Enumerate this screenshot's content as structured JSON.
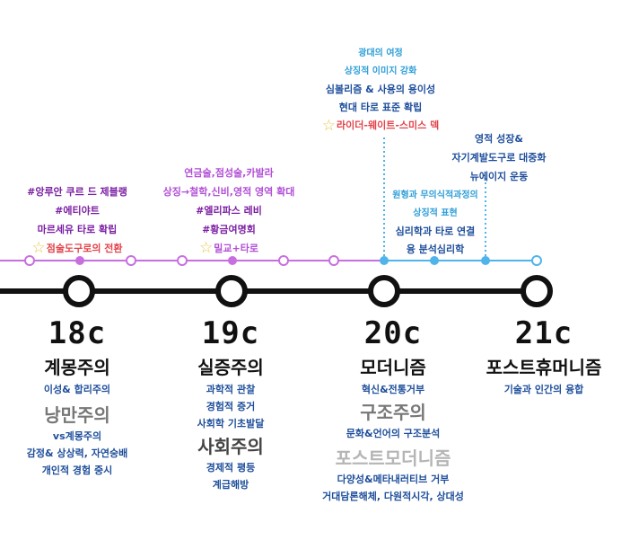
{
  "colors": {
    "purple": "#7b1fa2",
    "violet": "#b24fd6",
    "blue": "#1f4f9b",
    "sky": "#2f9fd8",
    "red": "#e2434a",
    "line_purple": "#c86fe0",
    "line_blue": "#4fb4ec"
  },
  "col18": {
    "ann": [
      "#앙루안 쿠르 드 제블랭",
      "#에티야트",
      "마르세유 타로 확립"
    ],
    "star_note": "점술도구로의 전환",
    "century": "18c",
    "era": "계몽주의",
    "era_sub": "이성& 합리주의",
    "era2": "낭만주의",
    "era2_sub": [
      "vs계몽주의",
      "감정& 상상력, 자연숭배",
      "개인적 경험 중시"
    ]
  },
  "col19": {
    "ann": [
      "연금술,점성술,카발라",
      "상징→철학,신비,영적 영역 확대",
      "#엘리파스 레비",
      "#황금여명회"
    ],
    "star_note": "밀교+타로",
    "century": "19c",
    "era": "실증주의",
    "era_sub": [
      "과학적 관찰",
      "경험적 증거",
      "사회학 기초발달"
    ],
    "era2": "사회주의",
    "era2_sub": [
      "경제적 평등",
      "계급해방"
    ]
  },
  "col20": {
    "top": [
      "광대의 여정",
      "상징적 이미지 강화"
    ],
    "mid": [
      "심볼리즘 & 사용의 용이성",
      "현대 타로 표준 확립"
    ],
    "star_note": "라이더-웨이트-스미스 덱",
    "low": [
      "원형과 무의식적과정의",
      "상징적 표현"
    ],
    "low2": [
      "심리학과 타로 연결",
      "융 분석심리학"
    ],
    "century": "20c",
    "era": "모더니즘",
    "era_sub": "혁신&전통거부",
    "era2": "구조주의",
    "era2_sub": "문화&언어의 구조분석",
    "era3": "포스트모더니즘",
    "era3_sub": [
      "다양성&메타내러티브 거부",
      "거대담론해체, 다원적시각, 상대성"
    ]
  },
  "col21": {
    "ann": [
      "영적 성장&",
      "자기계발도구로 대중화",
      "뉴에이지 운동"
    ],
    "century": "21c",
    "era": "포스트휴머니즘",
    "era_sub": "기술과 인간의 융합"
  }
}
